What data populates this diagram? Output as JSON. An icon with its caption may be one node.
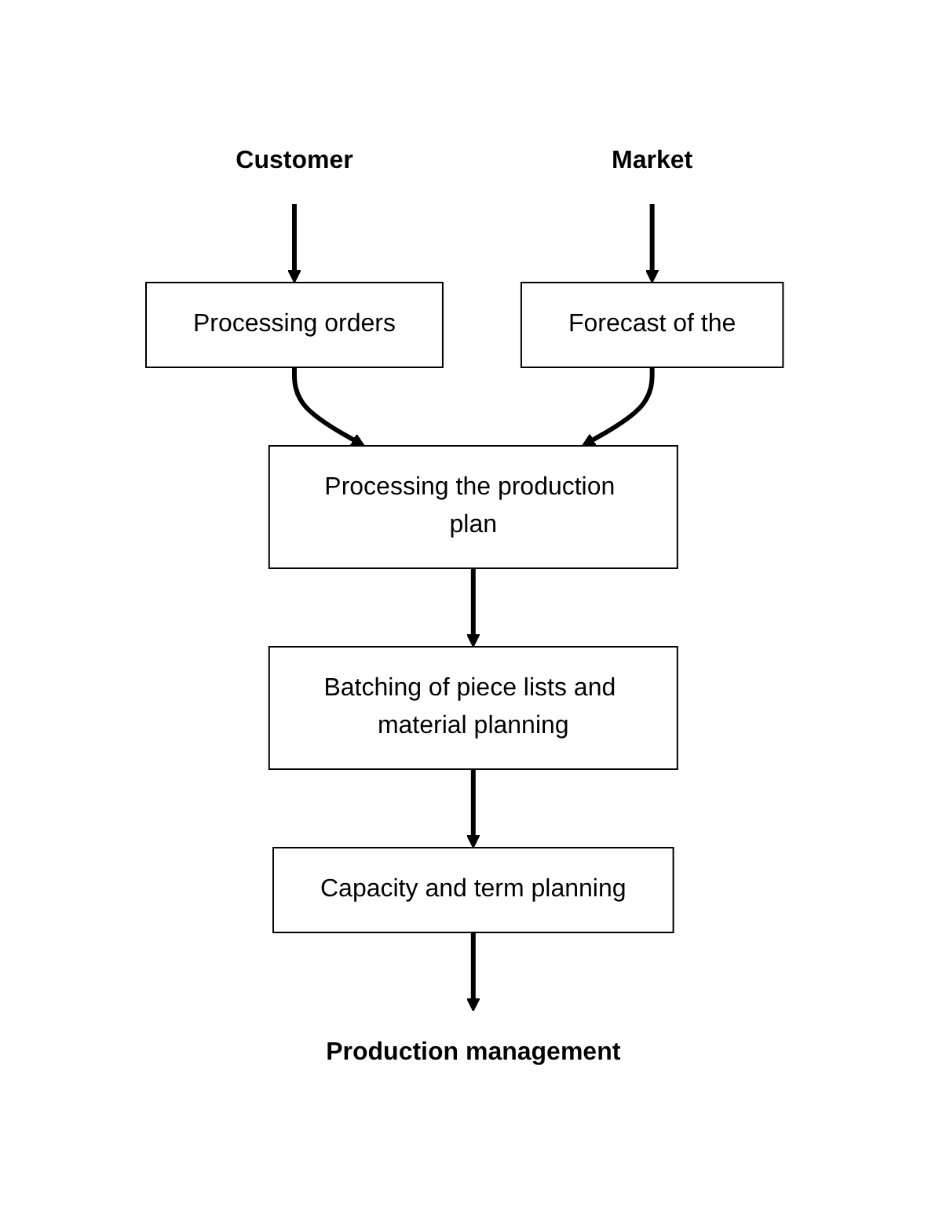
{
  "diagram": {
    "nodes": [
      {
        "text": [
          "Customer"
        ]
      },
      {
        "text": [
          "Market"
        ]
      },
      {
        "text": [
          "Processing orders"
        ]
      },
      {
        "text": [
          "Forecast of the"
        ]
      },
      {
        "text": [
          "Processing the production plan"
        ]
      },
      {
        "text": [
          "Batching of piece lists and material planning"
        ]
      },
      {
        "text": [
          "Capacity and term planning"
        ]
      },
      {
        "text": [
          "Production management"
        ]
      }
    ],
    "edges": [
      {
        "from": 0,
        "to": 2,
        "arrow": "to"
      },
      {
        "from": 1,
        "to": 3,
        "arrow": "to"
      },
      {
        "from": 2,
        "to": 4,
        "arrow": "to"
      },
      {
        "from": 3,
        "to": 4,
        "arrow": "to"
      },
      {
        "from": 4,
        "to": 5,
        "arrow": "to"
      },
      {
        "from": 5,
        "to": 6,
        "arrow": "to"
      },
      {
        "from": 6,
        "to": 7,
        "arrow": "to"
      }
    ]
  }
}
